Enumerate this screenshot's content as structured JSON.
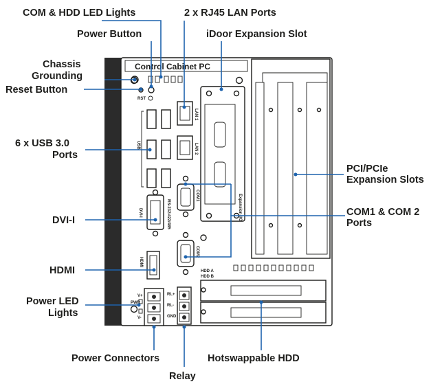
{
  "device": {
    "title": "Control Cabinet PC",
    "panel_text": {
      "rst": "RST",
      "lan1": "LAN 1",
      "lan2": "LAN 2",
      "usb": "USB",
      "dvi": "DVI-I",
      "com1": "COM1",
      "com2": "COM2",
      "hdmi": "HDMI",
      "expansion": "Expansion I/O",
      "hdd_a": "HDD A",
      "hdd_b": "HDD B",
      "rs": "RS-232/422/485",
      "pwr": "PWR",
      "vplus": "V+",
      "vminus": "V-",
      "rl_plus": "RL+",
      "rl_minus": "RL-",
      "gnd": "GND"
    }
  },
  "callouts": {
    "com_hdd_led": "COM & HDD LED Lights",
    "rj45": "2 x RJ45 LAN Ports",
    "power_button": "Power Button",
    "idoor": "iDoor Expansion Slot",
    "chassis_1": "Chassis",
    "chassis_2": "Grounding",
    "reset": "Reset Button",
    "usb_1": "6 x USB 3.0",
    "usb_2": "Ports",
    "pci_1": "PCI/PCIe",
    "pci_2": "Expansion Slots",
    "dvi": "DVI-I",
    "com_1": "COM1 & COM 2",
    "com_2": "Ports",
    "hdmi": "HDMI",
    "pled_1": "Power LED",
    "pled_2": "Lights",
    "power_conn": "Power Connectors",
    "hdd": "Hotswappable HDD",
    "relay": "Relay"
  },
  "colors": {
    "leader": "#1e63ad",
    "ink": "#1d1d1b",
    "chassis_dark": "#2b2b2b"
  }
}
